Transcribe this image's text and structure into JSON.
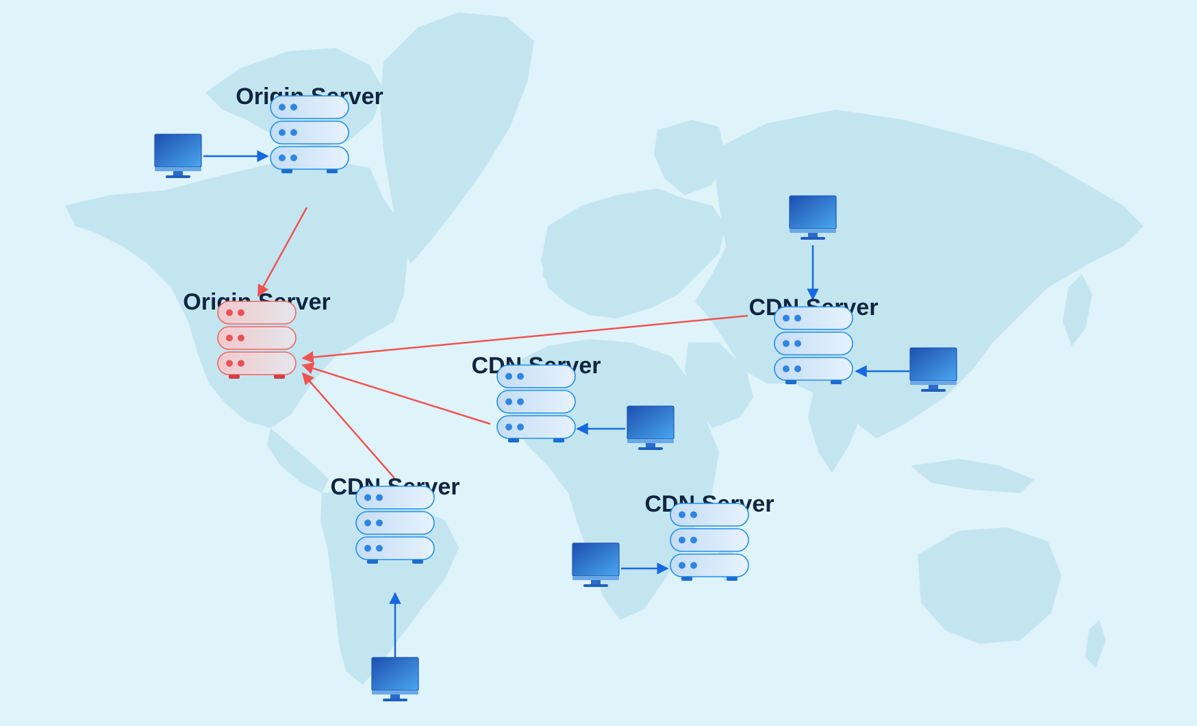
{
  "colors": {
    "background": "#dff3fb",
    "land": "#c3e5f0",
    "blue_flow": "#1769e0",
    "red_flow": "#ef5350",
    "server_normal_fill": "#d3e8f8",
    "server_normal_stroke": "#1f8ee8",
    "server_failed_fill": "#e2d8dd",
    "server_failed_stroke": "#ef6464",
    "monitor_screen": "#2a73c8"
  },
  "nodes": [
    {
      "id": "origin-server-top",
      "kind": "server",
      "label": "Origin Server",
      "status": "normal",
      "icon": "server-rack-icon"
    },
    {
      "id": "origin-server-main",
      "kind": "server",
      "label": "Origin Server",
      "status": "failed",
      "icon": "server-rack-icon"
    },
    {
      "id": "cdn-server-asia",
      "kind": "server",
      "label": "CDN Server",
      "status": "normal",
      "icon": "server-rack-icon"
    },
    {
      "id": "cdn-server-africa-north",
      "kind": "server",
      "label": "CDN Server",
      "status": "normal",
      "icon": "server-rack-icon"
    },
    {
      "id": "cdn-server-south-america",
      "kind": "server",
      "label": "CDN Server",
      "status": "normal",
      "icon": "server-rack-icon"
    },
    {
      "id": "cdn-server-africa-south",
      "kind": "server",
      "label": "CDN Server",
      "status": "normal",
      "icon": "server-rack-icon"
    },
    {
      "id": "client-canada",
      "kind": "client",
      "icon": "desktop-monitor-icon"
    },
    {
      "id": "client-russia",
      "kind": "client",
      "icon": "desktop-monitor-icon"
    },
    {
      "id": "client-china",
      "kind": "client",
      "icon": "desktop-monitor-icon"
    },
    {
      "id": "client-middle-east",
      "kind": "client",
      "icon": "desktop-monitor-icon"
    },
    {
      "id": "client-west-africa",
      "kind": "client",
      "icon": "desktop-monitor-icon"
    },
    {
      "id": "client-argentina",
      "kind": "client",
      "icon": "desktop-monitor-icon"
    }
  ],
  "edges": [
    {
      "from": "client-canada",
      "to": "origin-server-top",
      "style": "blue"
    },
    {
      "from": "client-russia",
      "to": "cdn-server-asia",
      "style": "blue"
    },
    {
      "from": "client-china",
      "to": "cdn-server-asia",
      "style": "blue"
    },
    {
      "from": "client-middle-east",
      "to": "cdn-server-africa-north",
      "style": "blue"
    },
    {
      "from": "client-argentina",
      "to": "cdn-server-south-america",
      "style": "blue"
    },
    {
      "from": "client-west-africa",
      "to": "cdn-server-africa-south",
      "style": "blue"
    },
    {
      "from": "origin-server-top",
      "to": "origin-server-main",
      "style": "red"
    },
    {
      "from": "cdn-server-asia",
      "to": "origin-server-main",
      "style": "red"
    },
    {
      "from": "cdn-server-africa-north",
      "to": "origin-server-main",
      "style": "red"
    },
    {
      "from": "cdn-server-south-america",
      "to": "origin-server-main",
      "style": "red"
    }
  ]
}
